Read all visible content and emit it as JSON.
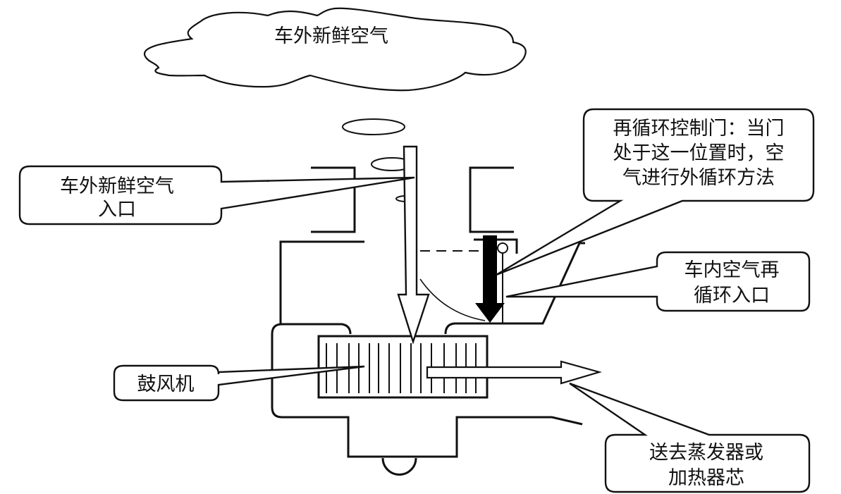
{
  "diagram": {
    "type": "blower-air-intake-schematic",
    "cloud_label": "车外新鲜空气",
    "callouts": {
      "fresh_air_inlet": [
        "车外新鲜空气",
        "入口"
      ],
      "recirculation_door": [
        "再循环控制门：当门",
        "处于这一位置时，空",
        "气进行外循环方法"
      ],
      "cabin_air_recirc_inlet": [
        "车内空气再",
        "循环入口"
      ],
      "blower": [
        "鼓风机"
      ],
      "to_evaporator_heater": [
        "送去蒸发器或",
        "加热器芯"
      ]
    },
    "colors": {
      "line": "#111111",
      "background": "#ffffff",
      "door_arrow_fill": "#000000"
    }
  }
}
